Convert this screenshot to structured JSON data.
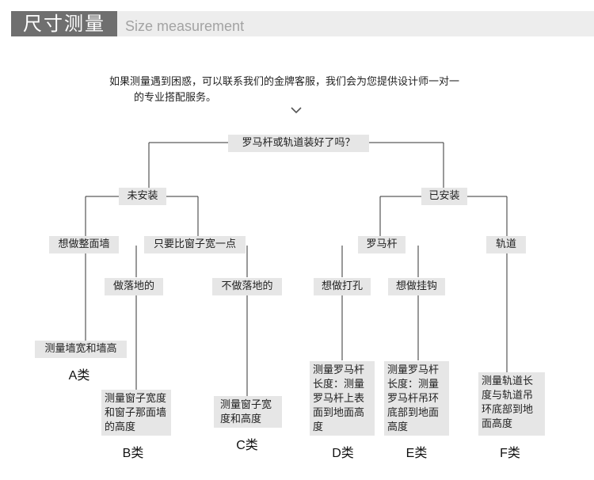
{
  "header": {
    "title": "尺寸测量",
    "subtitle": "Size measurement"
  },
  "intro": {
    "line1": "如果测量遇到困惑，可以联系我们的金牌客服，我们会为您提供设计师一对一",
    "line2": "的专业搭配服务。"
  },
  "flow": {
    "root": "罗马杆或轨道装好了吗？",
    "not_installed": "未安装",
    "installed": "已安装",
    "whole_wall": "想做整面墙",
    "bigger_window": "只要比窗子宽一点",
    "floor_length": "做落地的",
    "not_floor_length": "不做落地的",
    "roman_rod": "罗马杆",
    "track": "轨道",
    "drill": "想做打孔",
    "hook": "想做挂钩",
    "measure_a": "测量墙宽和墙高",
    "measure_b": "测量窗子宽度和窗子那面墙的高度",
    "measure_c": "测量窗子宽度和高度",
    "measure_d": "测量罗马杆长度：测量罗马杆上表面到地面高度",
    "measure_e": "测量罗马杆长度：测量罗马杆吊环底部到地面高度",
    "measure_f": "测量轨道长度与轨道吊环底部到地面高度"
  },
  "categories": {
    "a": "A类",
    "b": "B类",
    "c": "C类",
    "d": "D类",
    "e": "E类",
    "f": "F类"
  },
  "icons": {
    "chevron": "chevron-down-icon"
  },
  "colors": {
    "header_box": "#6f6f6f",
    "header_bar": "#ededed",
    "node_bg": "#e6e6e6"
  }
}
